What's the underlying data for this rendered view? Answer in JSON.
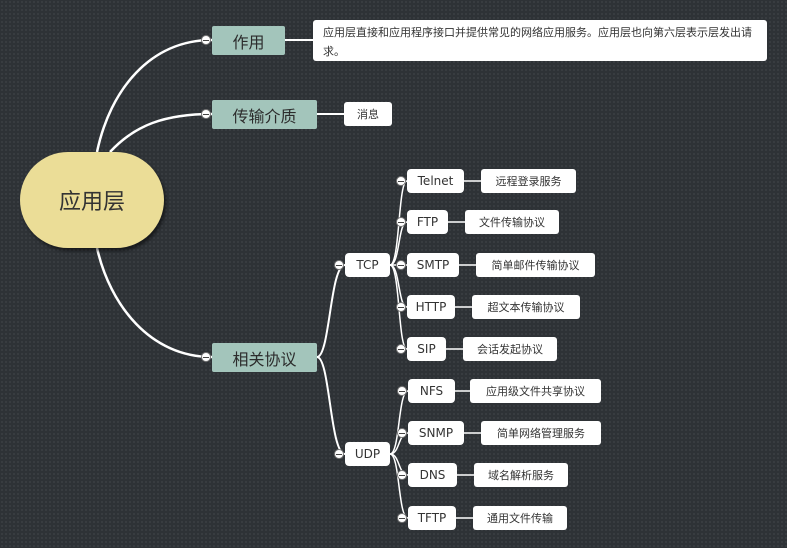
{
  "root": {
    "label": "应用层"
  },
  "branches": {
    "role": {
      "label": "作用",
      "desc": "应用层直接和应用程序接口并提供常见的网络应用服务。应用层也向第六层表示层发出请求。"
    },
    "medium": {
      "label": "传输介质",
      "value": "消息"
    },
    "protocols": {
      "label": "相关协议",
      "tcp": {
        "label": "TCP",
        "items": [
          {
            "name": "Telnet",
            "desc": "远程登录服务"
          },
          {
            "name": "FTP",
            "desc": "文件传输协议"
          },
          {
            "name": "SMTP",
            "desc": "简单邮件传输协议"
          },
          {
            "name": "HTTP",
            "desc": "超文本传输协议"
          },
          {
            "name": "SIP",
            "desc": "会话发起协议"
          }
        ]
      },
      "udp": {
        "label": "UDP",
        "items": [
          {
            "name": "NFS",
            "desc": "应用级文件共享协议"
          },
          {
            "name": "SNMP",
            "desc": "简单网络管理服务"
          },
          {
            "name": "DNS",
            "desc": "域名解析服务"
          },
          {
            "name": "TFTP",
            "desc": "通用文件传输"
          }
        ]
      }
    }
  },
  "colors": {
    "root": "#ebdd97",
    "branch": "#a3c5bb",
    "background": "#2e3236",
    "connector": "#ffffff"
  }
}
